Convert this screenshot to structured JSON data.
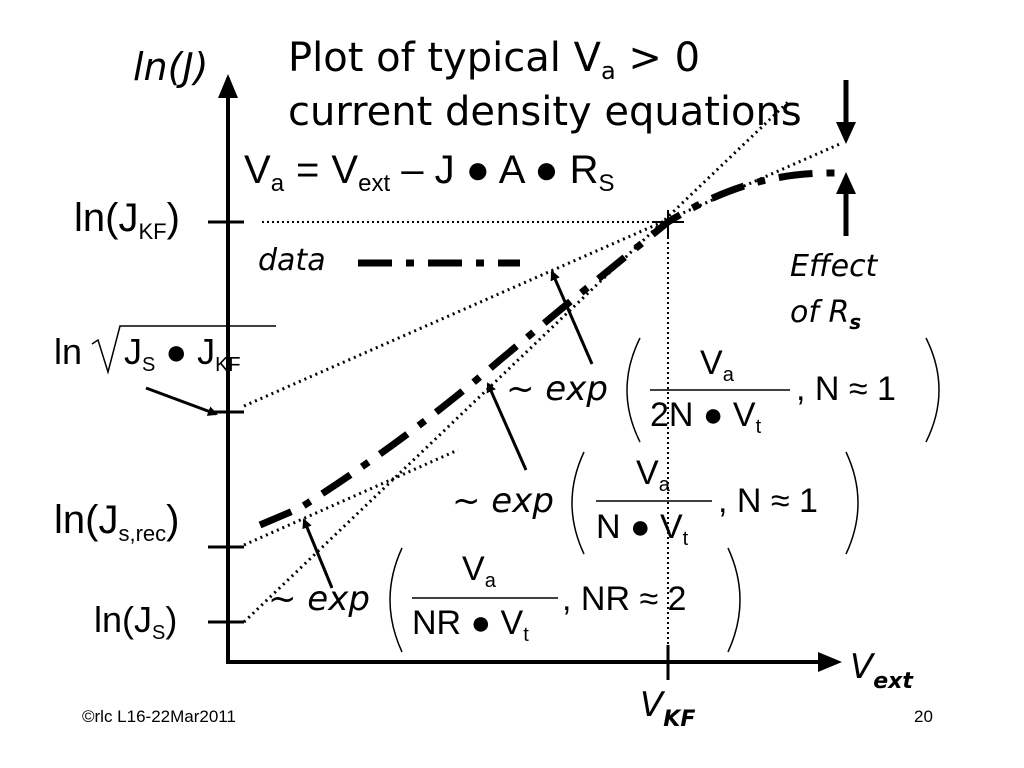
{
  "title": {
    "line1_main": "Plot of typical V",
    "line1_sub": "a",
    "line1_rest": " > 0",
    "line2": "current density equations"
  },
  "axes": {
    "y_label": "ln(J)",
    "x_label_main": "V",
    "x_label_sub": "ext"
  },
  "equation": {
    "v": "V",
    "v_sub": "a",
    "equals": "=",
    "rhs_v": "V",
    "rhs_v_sub": "ext",
    "rhs_rest": " – J ● A ● R",
    "rhs_r_sub": "S"
  },
  "y_ticks": {
    "jkf_pre": "ln(J",
    "jkf_sub": "KF",
    "jkf_post": ")",
    "sqrt_pre": "ln",
    "sqrt_body": "J",
    "sqrt_body_sub1": "S",
    "sqrt_body_mid": " ● J",
    "sqrt_body_sub2": "KF",
    "jsrec_pre": "ln(J",
    "jsrec_sub": "s,rec",
    "jsrec_post": ")",
    "js_pre": "ln(J",
    "js_sub": "S",
    "js_post": ")"
  },
  "x_tick": {
    "main": "V",
    "sub": "KF"
  },
  "legend": {
    "data_label": "data"
  },
  "effect": {
    "line1": "Effect",
    "line2_main": "of R",
    "line2_sub": "s"
  },
  "formulas": {
    "f1": {
      "prefix": "~ exp",
      "num": "V",
      "num_sub": "a",
      "den": "2N ● V",
      "den_sub": "t",
      "cond": ", N ≈ 1"
    },
    "f2": {
      "prefix": "~ exp",
      "num": "V",
      "num_sub": "a",
      "den": "N ● V",
      "den_sub": "t",
      "cond": ", N ≈ 1"
    },
    "f3": {
      "prefix": "~ exp",
      "num": "V",
      "num_sub": "a",
      "den": "NR ● V",
      "den_sub": "t",
      "cond": ", NR ≈ 2"
    }
  },
  "footer": {
    "left": "©rlc L16-22Mar2011",
    "right": "20"
  }
}
